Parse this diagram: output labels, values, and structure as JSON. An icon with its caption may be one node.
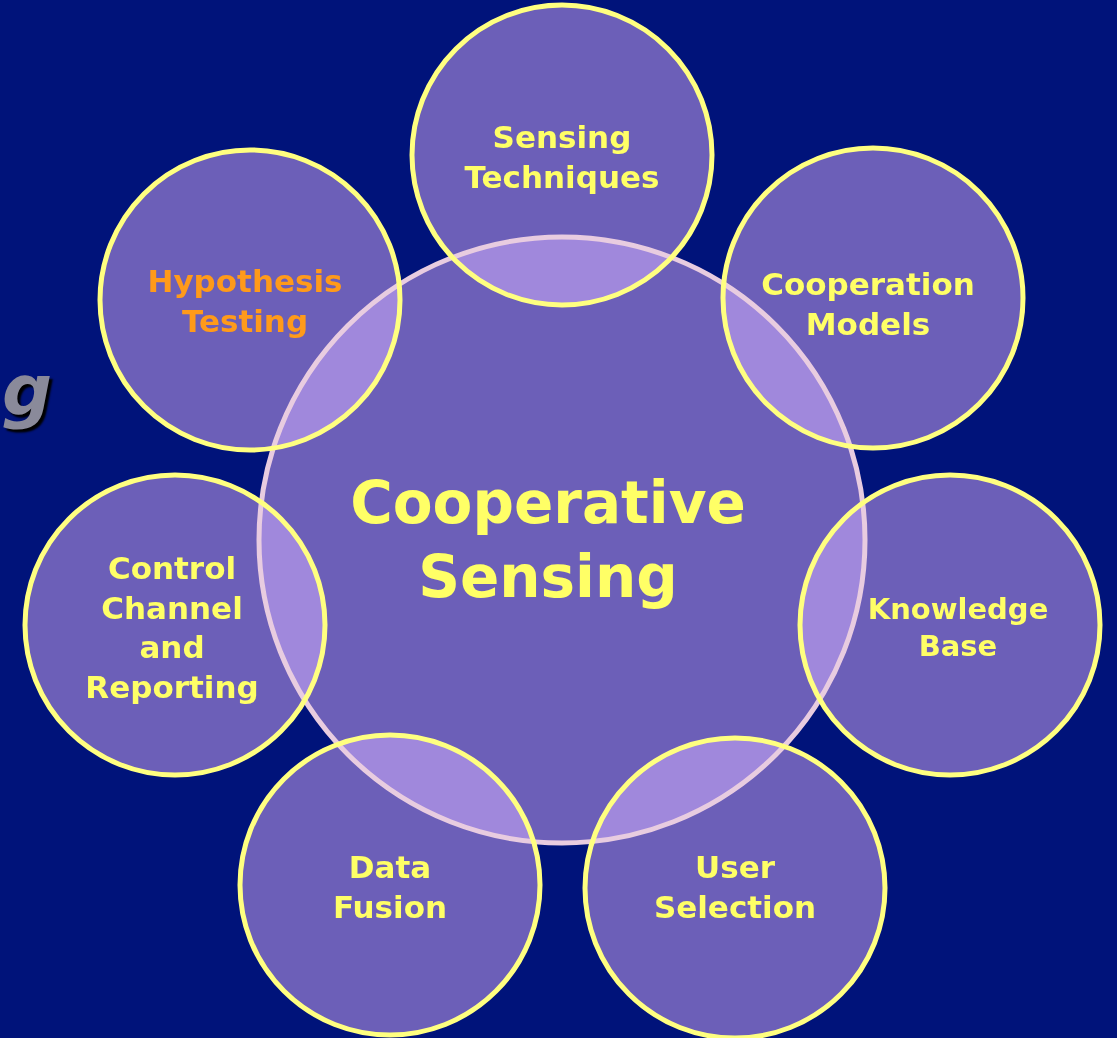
{
  "diagram": {
    "nodes": [
      {
        "text": [
          "Sensing Techniques"
        ]
      },
      {
        "text": [
          "Hypothesis Testing"
        ]
      },
      {
        "text": [
          "Cooperation Models"
        ]
      },
      {
        "text": [
          "Cooperative Sensing"
        ]
      },
      {
        "text": [
          "Control Channel and Reporting"
        ]
      },
      {
        "text": [
          "Knowledge Base"
        ]
      },
      {
        "text": [
          "Data Fusion"
        ]
      },
      {
        "text": [
          "User Selection"
        ]
      }
    ],
    "edges": [],
    "labels": [
      "g"
    ]
  }
}
